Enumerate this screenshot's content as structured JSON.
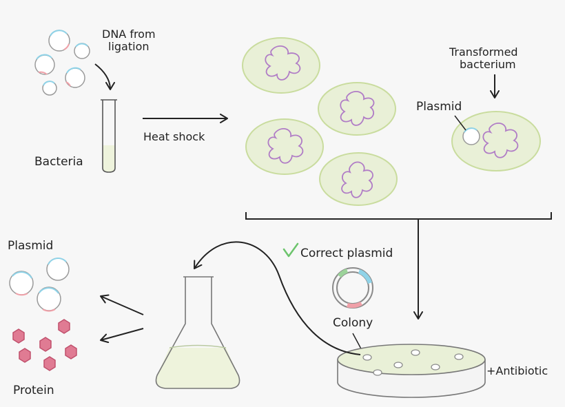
{
  "labels": {
    "dna_from_line1": "DNA from",
    "dna_from_line2": "ligation",
    "bacteria": "Bacteria",
    "heat_shock": "Heat shock",
    "transformed_line1": "Transformed",
    "transformed_line2": "bacterium",
    "plasmid_top": "Plasmid",
    "correct_plasmid": "Correct plasmid",
    "colony": "Colony",
    "antibiotic": "+Antibiotic",
    "plasmid_left": "Plasmid",
    "protein": "Protein"
  },
  "colors": {
    "background": "#f7f7f7",
    "outline": "#222222",
    "cell_fill": "#e9f0d7",
    "cell_stroke": "#c9dc9e",
    "dna_loop": "#b07cc6",
    "plasmid_blue": "#8fd3e8",
    "plasmid_pink": "#f0a0a8",
    "plasmid_green": "#9cd39a",
    "protein_fill": "#e07b93",
    "protein_stroke": "#c0506c",
    "culture_fill": "#eef3dc",
    "check_green": "#6cc46c",
    "glass": "#9a9a9a"
  },
  "icons": {
    "check": "check-mark-icon"
  }
}
